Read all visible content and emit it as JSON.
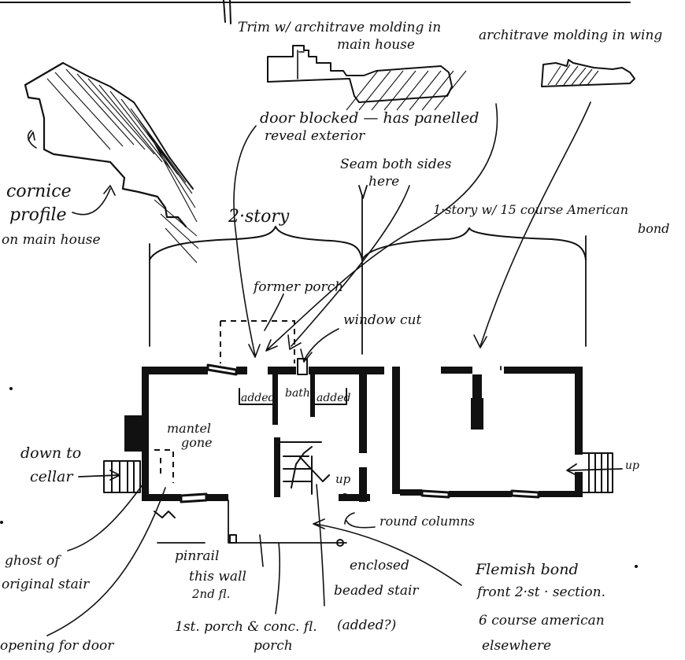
{
  "title_strip": "",
  "labels": {
    "trim_main": "Trim w/ architrave molding in",
    "trim_main_2": "main house",
    "trim_wing": "architrave molding in wing",
    "door_blocked_1": "door blocked — has panelled",
    "door_blocked_2": "reveal exterior",
    "seam_1": "Seam both sides",
    "seam_2": "here",
    "cornice_1": "cornice",
    "cornice_2": "profile",
    "cornice_3": "on main house",
    "two_story": "2·story",
    "one_story_1": "1·story w/ 15 course American",
    "one_story_2": "bond",
    "former_porch": "former porch",
    "window_cut": "window cut",
    "added_left": "added",
    "bath": "bath",
    "added_right": "added",
    "mantel_1": "mantel",
    "mantel_2": "gone",
    "down_cellar_1": "down to",
    "down_cellar_2": "cellar",
    "up": "up",
    "up_right": "up",
    "round_columns": "round columns",
    "ghost_1": "ghost of",
    "ghost_2": "original stair",
    "opening": "opening for door",
    "pinrail_1": "pinrail",
    "pinrail_2": "this wall",
    "pinrail_3": "2nd fl.",
    "enclosed_1": "enclosed",
    "enclosed_2": "beaded stair",
    "enclosed_3": "(added?)",
    "porch_1": "1st. porch & conc. fl.",
    "porch_2": "porch",
    "flemish_1": "Flemish bond",
    "flemish_2": "front 2·st · section.",
    "flemish_3": "6 course american",
    "flemish_4": "elsewhere"
  }
}
